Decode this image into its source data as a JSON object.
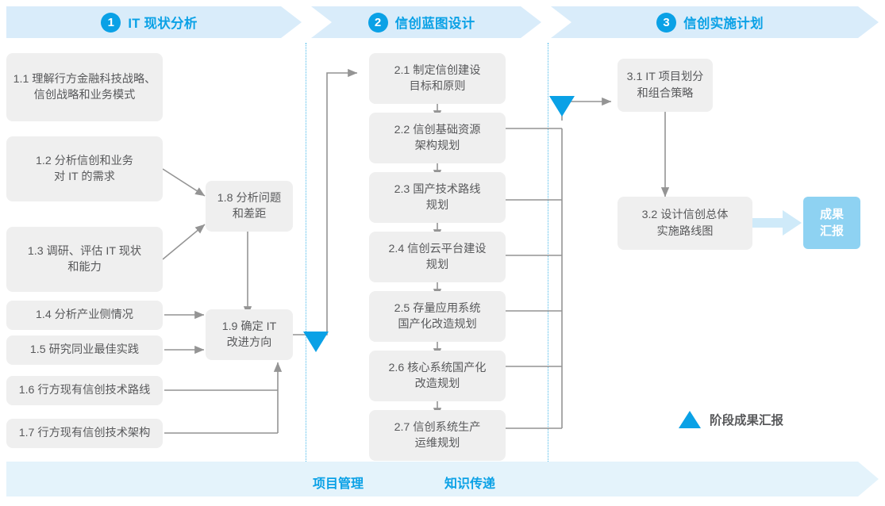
{
  "phases": [
    {
      "num": "1",
      "label": "IT 现状分析"
    },
    {
      "num": "2",
      "label": "信创蓝图设计"
    },
    {
      "num": "3",
      "label": "信创实施计划"
    }
  ],
  "nodes": {
    "n11": "1.1 理解行方金融科技战略、\n信创战略和业务模式",
    "n12": "1.2 分析信创和业务\n对 IT 的需求",
    "n13": "1.3 调研、评估 IT 现状\n和能力",
    "n14": "1.4 分析产业侧情况",
    "n15": "1.5 研究同业最佳实践",
    "n16": "1.6 行方现有信创技术路线",
    "n17": "1.7 行方现有信创技术架构",
    "n18": "1.8 分析问题\n和差距",
    "n19": "1.9 确定 IT\n改进方向",
    "n21": "2.1 制定信创建设\n目标和原则",
    "n22": "2.2 信创基础资源\n架构规划",
    "n23": "2.3 国产技术路线\n规划",
    "n24": "2.4 信创云平台建设\n规划",
    "n25": "2.5 存量应用系统\n国产化改造规划",
    "n26": "2.6 核心系统国产化\n改造规划",
    "n27": "2.7 信创系统生产\n运维规划",
    "n31": "3.1 IT 项目划分\n和组合策略",
    "n32": "3.2 设计信创总体\n实施路线图",
    "result": "成果\n汇报"
  },
  "bottom": {
    "project_management": "项目管理",
    "knowledge_transfer": "知识传递"
  },
  "legend": {
    "marker": "milestone-triangle",
    "text": "阶段成果汇报"
  },
  "colors": {
    "accent": "#0aa1e6",
    "phase_bar": "#d9ecfa",
    "bottom_bar": "#e4f3fb",
    "node_bg": "#efefef",
    "node_text": "#58595b",
    "result_bg": "#8ed2f2",
    "divider": "#49b9ea",
    "connector": "#949494"
  }
}
